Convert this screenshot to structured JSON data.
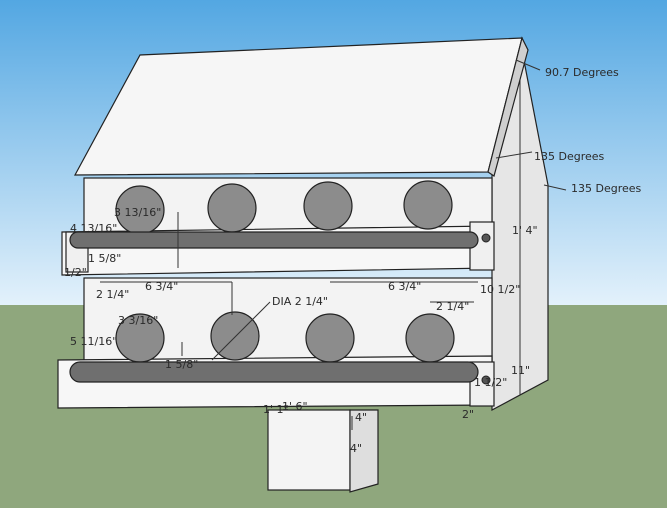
{
  "colors": {
    "sky_top": "#53a7e2",
    "sky_bottom": "#e3f1fb",
    "ground": "#8fa77d",
    "wood_light": "#f4f4f4",
    "wood_side": "#dedede",
    "hole": "#8c8c8c",
    "perch": "#6f6f6f"
  },
  "labels": {
    "roof_angle": "90.7  Degrees",
    "eave_angle": "135 Degrees",
    "side_angle": "135  Degrees",
    "side_height": "1' 4\"",
    "top_hole_diameter": "3 13/16\"",
    "upper_height": "4 13/16\"",
    "upper_gap": "1 5/8\"",
    "floor_thickness": "1/2\"",
    "left_spacing": "2 1/4\"",
    "hole_spacing_left": "6 3/4\"",
    "hole_diameter": "DIA 2 1/4\"",
    "hole_spacing_right": "6 3/4\"",
    "right_spacing": "2 1/4\"",
    "side_depth": "10 1/2\"",
    "lower_hole_offset": "3 3/16\"",
    "lower_height": "5 11/16\"",
    "lower_gap": "1 5/8\"",
    "perch_height": "11\"",
    "base_thickness": "1 1/2\"",
    "base_depth": "2\"",
    "front_width": "1' 6\"",
    "post_small": "1' 1\"",
    "post_side": "4\"",
    "post_height": "4\""
  }
}
